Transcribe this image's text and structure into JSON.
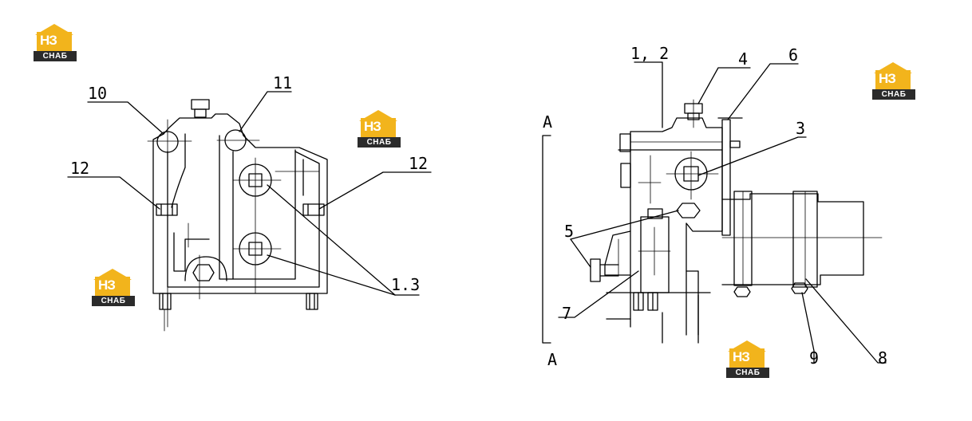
{
  "watermark": {
    "main": "НЗ",
    "sub": "СНАБ",
    "accent": "#f2b41c",
    "dark": "#2b2b2b"
  },
  "left_view": {
    "callouts": [
      "10",
      "11",
      "12",
      "12",
      "1.3"
    ]
  },
  "right_view": {
    "section_label_top": "A",
    "section_label_bottom": "A",
    "callouts": [
      "1, 2",
      "4",
      "6",
      "3",
      "5",
      "7",
      "9",
      "8"
    ]
  }
}
